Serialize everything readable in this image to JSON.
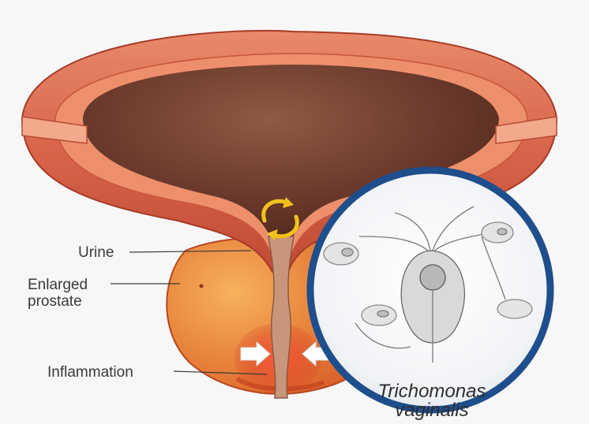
{
  "labels": {
    "urine": "Urine",
    "prostate_line1": "Enlarged",
    "prostate_line2": "prostate",
    "inflammation": "Inflammation"
  },
  "caption": {
    "line1": "Trichomonas",
    "line2": "vaginalis"
  },
  "colors": {
    "bladder_wall": "#d8644a",
    "bladder_interior": "#6b3a2c",
    "prostate": "#e8843c",
    "inflammation": "#d63a2a",
    "magnifier_ring": "#1f4e8c",
    "rotation_arrow": "#f2c21c"
  },
  "icons": {
    "rotation": "circular-arrows-icon",
    "compression": "inward-arrows-icon"
  }
}
